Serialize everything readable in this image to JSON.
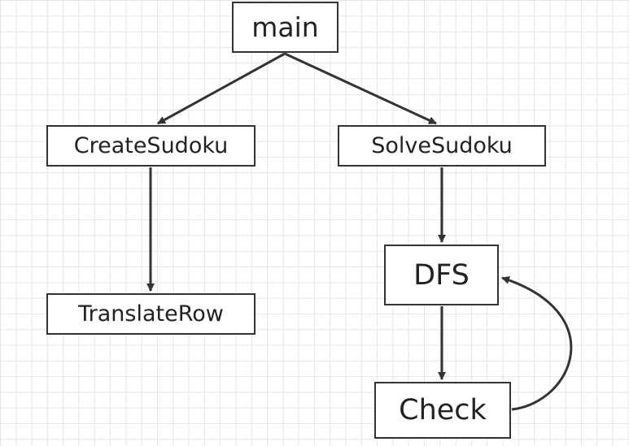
{
  "nodes": {
    "main": "main",
    "create_sudoku": "CreateSudoku",
    "solve_sudoku": "SolveSudoku",
    "translate_row": "TranslateRow",
    "dfs": "DFS",
    "check": "Check"
  },
  "edges": [
    {
      "from": "main",
      "to": "CreateSudoku"
    },
    {
      "from": "main",
      "to": "SolveSudoku"
    },
    {
      "from": "CreateSudoku",
      "to": "TranslateRow"
    },
    {
      "from": "SolveSudoku",
      "to": "DFS"
    },
    {
      "from": "DFS",
      "to": "Check"
    },
    {
      "from": "Check",
      "to": "DFS"
    }
  ],
  "colors": {
    "stroke": "#333333",
    "grid": "#e6e6e6",
    "background": "#ffffff"
  }
}
